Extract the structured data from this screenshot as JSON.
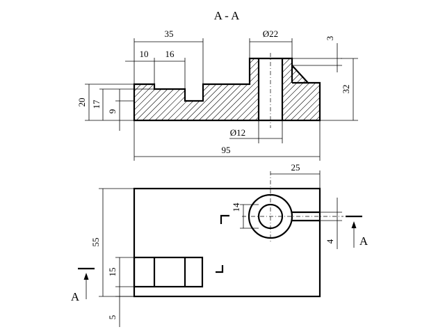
{
  "section_title": "A - A",
  "section_view": {
    "dims": {
      "d35": "35",
      "d22": "Ø22",
      "d3": "3",
      "d10": "10",
      "d16": "16",
      "d32": "32",
      "d20": "20",
      "d17": "17",
      "d9": "9",
      "d12": "Ø12",
      "d95": "95"
    }
  },
  "plan_view": {
    "dims": {
      "d25": "25",
      "d14": "14",
      "d55": "55",
      "d4": "4",
      "d15": "15",
      "d5": "5"
    },
    "section_markers": {
      "left": "A",
      "right": "A"
    }
  }
}
